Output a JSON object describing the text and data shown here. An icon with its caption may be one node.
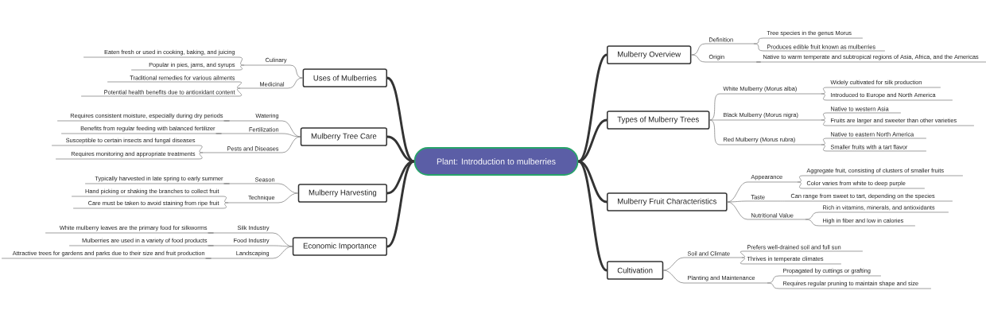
{
  "diagram": {
    "nodes": [
      {
        "text": [
          "Plant: Introduction to mulberries"
        ]
      },
      {
        "text": [
          "Mulberry Overview"
        ]
      },
      {
        "text": [
          "Definition"
        ]
      },
      {
        "text": [
          "Tree species in the genus Morus"
        ]
      },
      {
        "text": [
          "Produces edible fruit known as mulberries"
        ]
      },
      {
        "text": [
          "Origin"
        ]
      },
      {
        "text": [
          "Native to warm temperate and subtropical regions of Asia, Africa, and the Americas"
        ]
      },
      {
        "text": [
          "Types of Mulberry Trees"
        ]
      },
      {
        "text": [
          "White Mulberry (Morus alba)"
        ]
      },
      {
        "text": [
          "Widely cultivated for silk production"
        ]
      },
      {
        "text": [
          "Introduced to Europe and North America"
        ]
      },
      {
        "text": [
          "Black Mulberry (Morus nigra)"
        ]
      },
      {
        "text": [
          "Native to western Asia"
        ]
      },
      {
        "text": [
          "Fruits are larger and sweeter than other varieties"
        ]
      },
      {
        "text": [
          "Red Mulberry (Morus rubra)"
        ]
      },
      {
        "text": [
          "Native to eastern North America"
        ]
      },
      {
        "text": [
          "Smaller fruits with a tart flavor"
        ]
      },
      {
        "text": [
          "Mulberry Fruit Characteristics"
        ]
      },
      {
        "text": [
          "Appearance"
        ]
      },
      {
        "text": [
          "Aggregate fruit, consisting of clusters of smaller fruits"
        ]
      },
      {
        "text": [
          "Color varies from white to deep purple"
        ]
      },
      {
        "text": [
          "Taste"
        ]
      },
      {
        "text": [
          "Can range from sweet to tart, depending on the species"
        ]
      },
      {
        "text": [
          "Nutritional Value"
        ]
      },
      {
        "text": [
          "Rich in vitamins, minerals, and antioxidants"
        ]
      },
      {
        "text": [
          "High in fiber and low in calories"
        ]
      },
      {
        "text": [
          "Cultivation"
        ]
      },
      {
        "text": [
          "Soil and Climate"
        ]
      },
      {
        "text": [
          "Prefers well-drained soil and full sun"
        ]
      },
      {
        "text": [
          "Thrives in temperate climates"
        ]
      },
      {
        "text": [
          "Planting and Maintenance"
        ]
      },
      {
        "text": [
          "Propagated by cuttings or grafting"
        ]
      },
      {
        "text": [
          "Requires regular pruning to maintain shape and size"
        ]
      },
      {
        "text": [
          "Uses of Mulberries"
        ]
      },
      {
        "text": [
          "Culinary"
        ]
      },
      {
        "text": [
          "Eaten fresh or used in cooking, baking, and juicing"
        ]
      },
      {
        "text": [
          "Popular in pies, jams, and syrups"
        ]
      },
      {
        "text": [
          "Medicinal"
        ]
      },
      {
        "text": [
          "Traditional remedies for various ailments"
        ]
      },
      {
        "text": [
          "Potential health benefits due to antioxidant content"
        ]
      },
      {
        "text": [
          "Mulberry Tree Care"
        ]
      },
      {
        "text": [
          "Watering"
        ]
      },
      {
        "text": [
          "Requires consistent moisture, especially during dry periods"
        ]
      },
      {
        "text": [
          "Fertilization"
        ]
      },
      {
        "text": [
          "Benefits from regular feeding with balanced fertilizer"
        ]
      },
      {
        "text": [
          "Pests and Diseases"
        ]
      },
      {
        "text": [
          "Susceptible to certain insects and fungal diseases"
        ]
      },
      {
        "text": [
          "Requires monitoring and appropriate treatments"
        ]
      },
      {
        "text": [
          "Mulberry Harvesting"
        ]
      },
      {
        "text": [
          "Season"
        ]
      },
      {
        "text": [
          "Typically harvested in late spring to early summer"
        ]
      },
      {
        "text": [
          "Technique"
        ]
      },
      {
        "text": [
          "Hand picking or shaking the branches to collect fruit"
        ]
      },
      {
        "text": [
          "Care must be taken to avoid staining from ripe fruit"
        ]
      },
      {
        "text": [
          "Economic Importance"
        ]
      },
      {
        "text": [
          "Silk Industry"
        ]
      },
      {
        "text": [
          "White mulberry leaves are the primary food for silkworms"
        ]
      },
      {
        "text": [
          "Food Industry"
        ]
      },
      {
        "text": [
          "Mulberries are used in a variety of food products"
        ]
      },
      {
        "text": [
          "Landscaping"
        ]
      },
      {
        "text": [
          "Attractive trees for gardens and parks due to their size and fruit production"
        ]
      }
    ],
    "edges": [
      {
        "from": 0,
        "to": 1,
        "arrow": "none",
        "style": "thick"
      },
      {
        "from": 1,
        "to": 2,
        "arrow": "none"
      },
      {
        "from": 2,
        "to": 3,
        "arrow": "none"
      },
      {
        "from": 2,
        "to": 4,
        "arrow": "none"
      },
      {
        "from": 1,
        "to": 5,
        "arrow": "none"
      },
      {
        "from": 5,
        "to": 6,
        "arrow": "none"
      },
      {
        "from": 0,
        "to": 7,
        "arrow": "none",
        "style": "thick"
      },
      {
        "from": 7,
        "to": 8,
        "arrow": "none"
      },
      {
        "from": 8,
        "to": 9,
        "arrow": "none"
      },
      {
        "from": 8,
        "to": 10,
        "arrow": "none"
      },
      {
        "from": 7,
        "to": 11,
        "arrow": "none"
      },
      {
        "from": 11,
        "to": 12,
        "arrow": "none"
      },
      {
        "from": 11,
        "to": 13,
        "arrow": "none"
      },
      {
        "from": 7,
        "to": 14,
        "arrow": "none"
      },
      {
        "from": 14,
        "to": 15,
        "arrow": "none"
      },
      {
        "from": 14,
        "to": 16,
        "arrow": "none"
      },
      {
        "from": 0,
        "to": 17,
        "arrow": "none",
        "style": "thick"
      },
      {
        "from": 17,
        "to": 18,
        "arrow": "none"
      },
      {
        "from": 18,
        "to": 19,
        "arrow": "none"
      },
      {
        "from": 18,
        "to": 20,
        "arrow": "none"
      },
      {
        "from": 17,
        "to": 21,
        "arrow": "none"
      },
      {
        "from": 21,
        "to": 22,
        "arrow": "none"
      },
      {
        "from": 17,
        "to": 23,
        "arrow": "none"
      },
      {
        "from": 23,
        "to": 24,
        "arrow": "none"
      },
      {
        "from": 23,
        "to": 25,
        "arrow": "none"
      },
      {
        "from": 0,
        "to": 26,
        "arrow": "none",
        "style": "thick"
      },
      {
        "from": 26,
        "to": 27,
        "arrow": "none"
      },
      {
        "from": 27,
        "to": 28,
        "arrow": "none"
      },
      {
        "from": 27,
        "to": 29,
        "arrow": "none"
      },
      {
        "from": 26,
        "to": 30,
        "arrow": "none"
      },
      {
        "from": 30,
        "to": 31,
        "arrow": "none"
      },
      {
        "from": 30,
        "to": 32,
        "arrow": "none"
      },
      {
        "from": 0,
        "to": 33,
        "arrow": "none",
        "style": "thick"
      },
      {
        "from": 33,
        "to": 34,
        "arrow": "none"
      },
      {
        "from": 34,
        "to": 35,
        "arrow": "none"
      },
      {
        "from": 34,
        "to": 36,
        "arrow": "none"
      },
      {
        "from": 33,
        "to": 37,
        "arrow": "none"
      },
      {
        "from": 37,
        "to": 38,
        "arrow": "none"
      },
      {
        "from": 37,
        "to": 39,
        "arrow": "none"
      },
      {
        "from": 0,
        "to": 40,
        "arrow": "none",
        "style": "thick"
      },
      {
        "from": 40,
        "to": 41,
        "arrow": "none"
      },
      {
        "from": 41,
        "to": 42,
        "arrow": "none"
      },
      {
        "from": 40,
        "to": 43,
        "arrow": "none"
      },
      {
        "from": 43,
        "to": 44,
        "arrow": "none"
      },
      {
        "from": 40,
        "to": 45,
        "arrow": "none"
      },
      {
        "from": 45,
        "to": 46,
        "arrow": "none"
      },
      {
        "from": 45,
        "to": 47,
        "arrow": "none"
      },
      {
        "from": 0,
        "to": 48,
        "arrow": "none",
        "style": "thick"
      },
      {
        "from": 48,
        "to": 49,
        "arrow": "none"
      },
      {
        "from": 49,
        "to": 50,
        "arrow": "none"
      },
      {
        "from": 48,
        "to": 51,
        "arrow": "none"
      },
      {
        "from": 51,
        "to": 52,
        "arrow": "none"
      },
      {
        "from": 51,
        "to": 53,
        "arrow": "none"
      },
      {
        "from": 0,
        "to": 54,
        "arrow": "none",
        "style": "thick"
      },
      {
        "from": 54,
        "to": 55,
        "arrow": "none"
      },
      {
        "from": 55,
        "to": 56,
        "arrow": "none"
      },
      {
        "from": 54,
        "to": 57,
        "arrow": "none"
      },
      {
        "from": 57,
        "to": 58,
        "arrow": "none"
      },
      {
        "from": 54,
        "to": 59,
        "arrow": "none"
      },
      {
        "from": 59,
        "to": 60,
        "arrow": "none"
      }
    ]
  }
}
